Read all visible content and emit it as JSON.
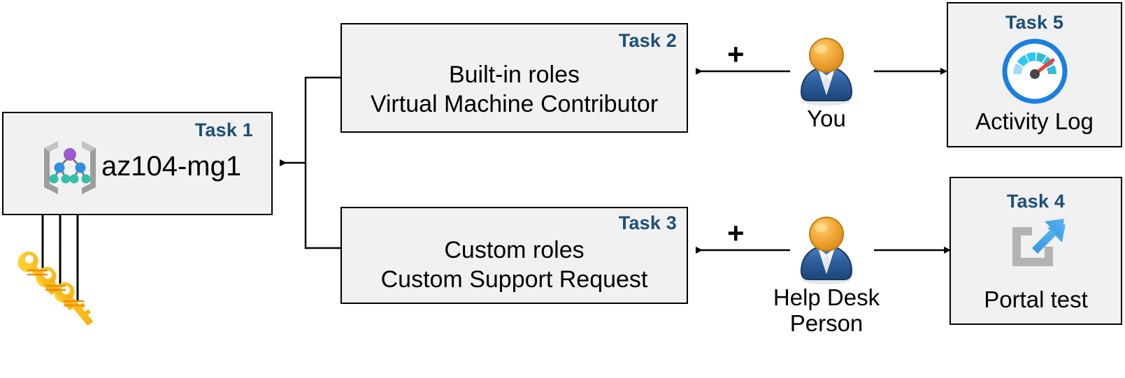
{
  "diagram": {
    "title": "Azure RBAC task diagram",
    "accent_color": "#1a4f7a",
    "box_fill": "#f1f1f1",
    "box_border": "#000000",
    "connector_color": "#000000"
  },
  "task1": {
    "label": "Task 1",
    "text": "az104-mg1",
    "icon": "management-group-icon"
  },
  "task2": {
    "label": "Task 2",
    "line1": "Built-in roles",
    "line2": "Virtual Machine Contributor"
  },
  "task3": {
    "label": "Task 3",
    "line1": "Custom roles",
    "line2": "Custom Support Request"
  },
  "task4": {
    "label": "Task 4",
    "text": "Portal test",
    "icon": "external-link-icon"
  },
  "task5": {
    "label": "Task 5",
    "text": "Activity Log",
    "icon": "gauge-icon"
  },
  "actors": {
    "you": {
      "caption": "You",
      "icon": "person-icon"
    },
    "helpdesk": {
      "caption_line1": "Help Desk",
      "caption_line2": "Person",
      "icon": "person-icon"
    }
  },
  "connectors": {
    "plus_top": "+",
    "plus_bottom": "+",
    "keys_icon": "keys-icon"
  }
}
